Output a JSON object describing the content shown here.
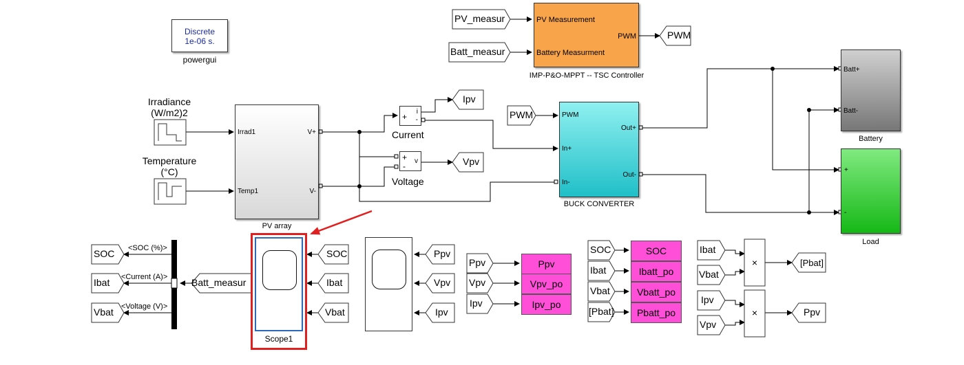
{
  "powergui": {
    "line1": "Discrete",
    "line2": "1e-06 s.",
    "label": "powergui"
  },
  "irradiance": {
    "label1": "Irradiance",
    "label2": "(W/m2)2"
  },
  "temperature": {
    "label1": "Temperature",
    "label2": "(°C)"
  },
  "pv_array": {
    "label": "PV array",
    "port_irrad": "Irrad1",
    "port_temp": "Temp1",
    "port_vplus": "V+",
    "port_vminus": "V-"
  },
  "current_sensor": {
    "label": "Current",
    "plus": "+",
    "minus": "-",
    "out": "i"
  },
  "voltage_sensor": {
    "label": "Voltage",
    "plus": "+",
    "minus": "-",
    "out": "v"
  },
  "controller": {
    "label": "IMP-P&O-MPPT -- TSC Controller",
    "in1": "PV Measurement",
    "in2": "Battery Measurment",
    "out": "PWM",
    "from1": "PV_measur",
    "from2": "Batt_measur",
    "goto": "PWM"
  },
  "buck": {
    "label": "BUCK CONVERTER",
    "pwm": "PWM",
    "in_plus": "In+",
    "in_minus": "In-",
    "out_plus": "Out+",
    "out_minus": "Out-",
    "pwm_from": "PWM"
  },
  "battery": {
    "label": "Battery",
    "plus": "Batt+",
    "minus": "Batt-"
  },
  "load": {
    "label": "Load",
    "plus": "+",
    "minus": "-"
  },
  "goto_tags": {
    "ipv": "Ipv",
    "vpv": "Vpv"
  },
  "bus": {
    "from": "Batt_measur",
    "soc_sig": "<SOC (%)>",
    "cur_sig": "<Current (A)>",
    "volt_sig": "<Voltage (V)>",
    "soc": "SOC",
    "ibat": "Ibat",
    "vbat": "Vbat"
  },
  "scope1": {
    "label": "Scope1",
    "in1": "SOC",
    "in2": "Ibat",
    "in3": "Vbat"
  },
  "scope2": {
    "in1": "Ppv",
    "in2": "Vpv",
    "in3": "Ipv"
  },
  "pv_workspace": {
    "from": [
      "Ppv",
      "Vpv",
      "Ipv"
    ],
    "to": [
      "Ppv",
      "Vpv_po",
      "Ipv_po"
    ]
  },
  "batt_workspace": {
    "from": [
      "SOC",
      "Ibat",
      "Vbat",
      "[Pbat]"
    ],
    "to": [
      "SOC",
      "Ibatt_po",
      "Vbatt_po",
      "Pbatt_po"
    ]
  },
  "products": {
    "sym": "×",
    "in1a": "Ibat",
    "in1b": "Vbat",
    "out1": "[Pbat]",
    "in2a": "Ipv",
    "in2b": "Vpv",
    "out2": "Ppv"
  },
  "colors": {
    "controller": "#f7a44a",
    "buck": "#3fd6d6",
    "battery": "#9a9a9a",
    "load": "#1fbf1f",
    "workspace": "#ff4fd8",
    "highlight": "#e02020"
  }
}
